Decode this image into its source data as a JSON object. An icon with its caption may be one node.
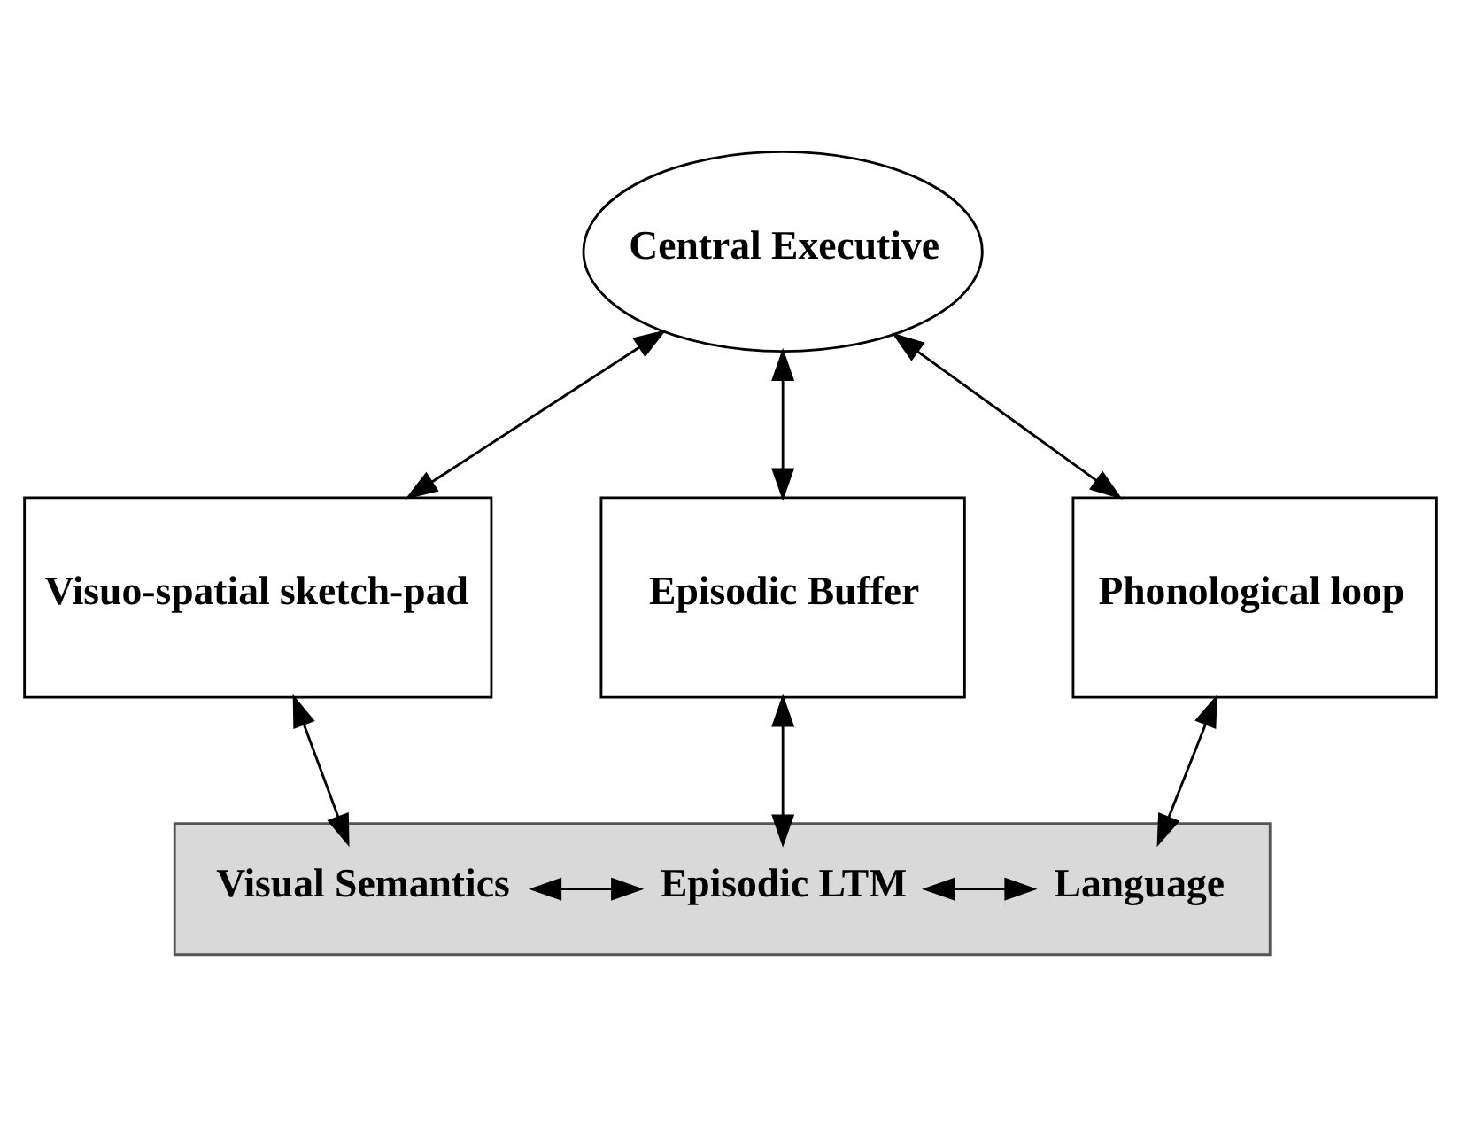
{
  "diagram": {
    "nodes": [
      {
        "text": [
          "Central Executive"
        ]
      },
      {
        "text": [
          "Visuo-spatial sketch-pad"
        ]
      },
      {
        "text": [
          "Episodic Buffer"
        ]
      },
      {
        "text": [
          "Phonological loop"
        ]
      },
      {
        "text": [],
        "shape": "box"
      },
      {
        "text": [
          "Visual Semantics"
        ],
        "in": 4
      },
      {
        "text": [
          "Episodic LTM"
        ],
        "in": 4
      },
      {
        "text": [
          "Language"
        ],
        "in": 4
      }
    ],
    "edges": [
      {
        "from": 0,
        "to": 1,
        "arrow": "both"
      },
      {
        "from": 0,
        "to": 2,
        "arrow": "both"
      },
      {
        "from": 0,
        "to": 3,
        "arrow": "both"
      },
      {
        "from": 1,
        "to": 5,
        "arrow": "both"
      },
      {
        "from": 2,
        "to": 6,
        "arrow": "both"
      },
      {
        "from": 3,
        "to": 7,
        "arrow": "both"
      },
      {
        "from": 5,
        "to": 6,
        "arrow": "both"
      },
      {
        "from": 6,
        "to": 7,
        "arrow": "both"
      }
    ]
  }
}
